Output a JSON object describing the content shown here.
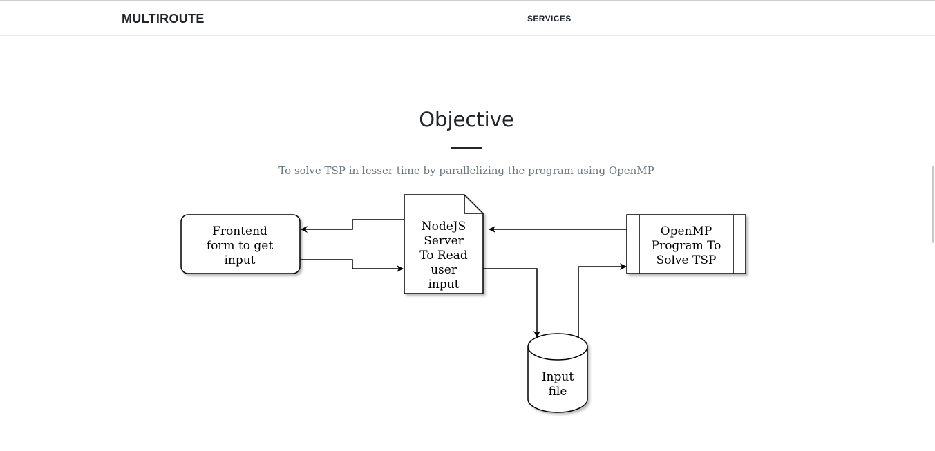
{
  "navbar": {
    "brand": "MULTIROUTE",
    "links": [
      "SERVICES"
    ]
  },
  "section": {
    "title": "Objective",
    "subtitle": "To solve TSP in lesser time by parallelizing the program using OpenMP"
  },
  "diagram": {
    "frontend": [
      "Frontend",
      "form to get",
      "input"
    ],
    "server": [
      "NodeJS",
      "Server",
      "To Read",
      "user",
      "input"
    ],
    "openmp": [
      "OpenMP",
      "Program To",
      "Solve TSP"
    ],
    "inputfile": [
      "Input",
      "file"
    ]
  },
  "colors": {
    "text": "#212529",
    "muted": "#6c757d",
    "stroke": "#000000"
  }
}
